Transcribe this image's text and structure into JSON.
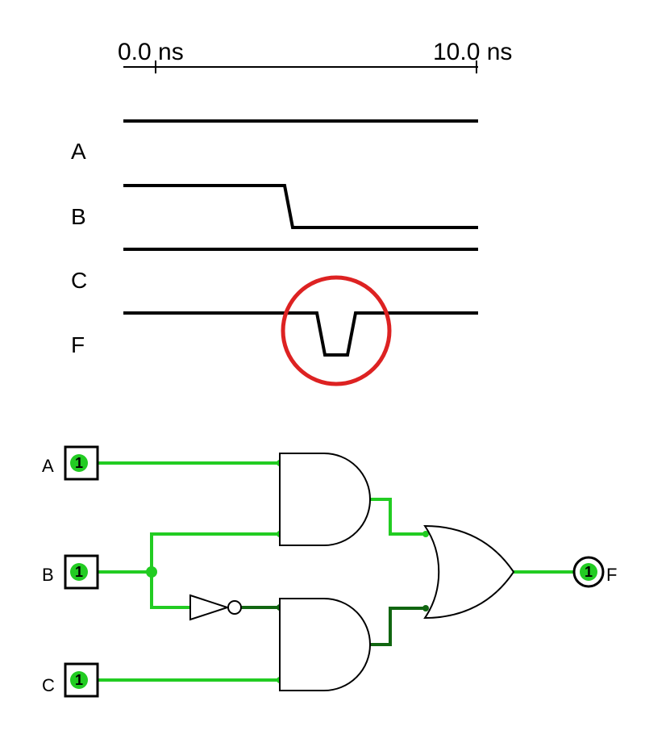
{
  "timing": {
    "start_label": "0.0 ns",
    "end_label": "10.0 ns"
  },
  "signals": [
    {
      "name": "A"
    },
    {
      "name": "B"
    },
    {
      "name": "C"
    },
    {
      "name": "F"
    }
  ],
  "circuit": {
    "inputs": [
      {
        "name": "A",
        "value": "1"
      },
      {
        "name": "B",
        "value": "1"
      },
      {
        "name": "C",
        "value": "1"
      }
    ],
    "output": {
      "name": "F",
      "value": "1"
    }
  },
  "colors": {
    "wire_high": "#22cc22",
    "wire_mid": "#116611",
    "highlight": "#dd2222",
    "trace": "#000000"
  }
}
